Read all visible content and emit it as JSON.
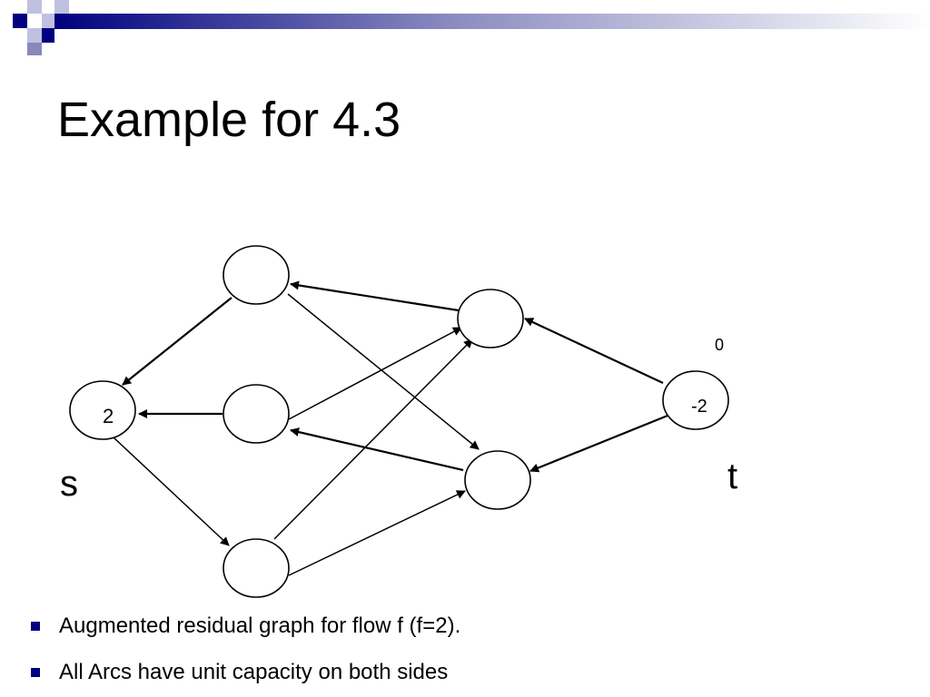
{
  "slide": {
    "title": "Example for 4.3",
    "accent_color": "#000080"
  },
  "graph": {
    "nodes": {
      "s": {
        "value": "2",
        "label": "s"
      },
      "t": {
        "value": "-2",
        "label": "t"
      },
      "t_top_value": "0",
      "a": {
        "value": ""
      },
      "b": {
        "value": ""
      },
      "c": {
        "value": ""
      },
      "d": {
        "value": ""
      },
      "e": {
        "value": ""
      }
    }
  },
  "bullets": [
    "Augmented residual graph for flow f (f=2).",
    "All Arcs have unit capacity on both sides"
  ]
}
